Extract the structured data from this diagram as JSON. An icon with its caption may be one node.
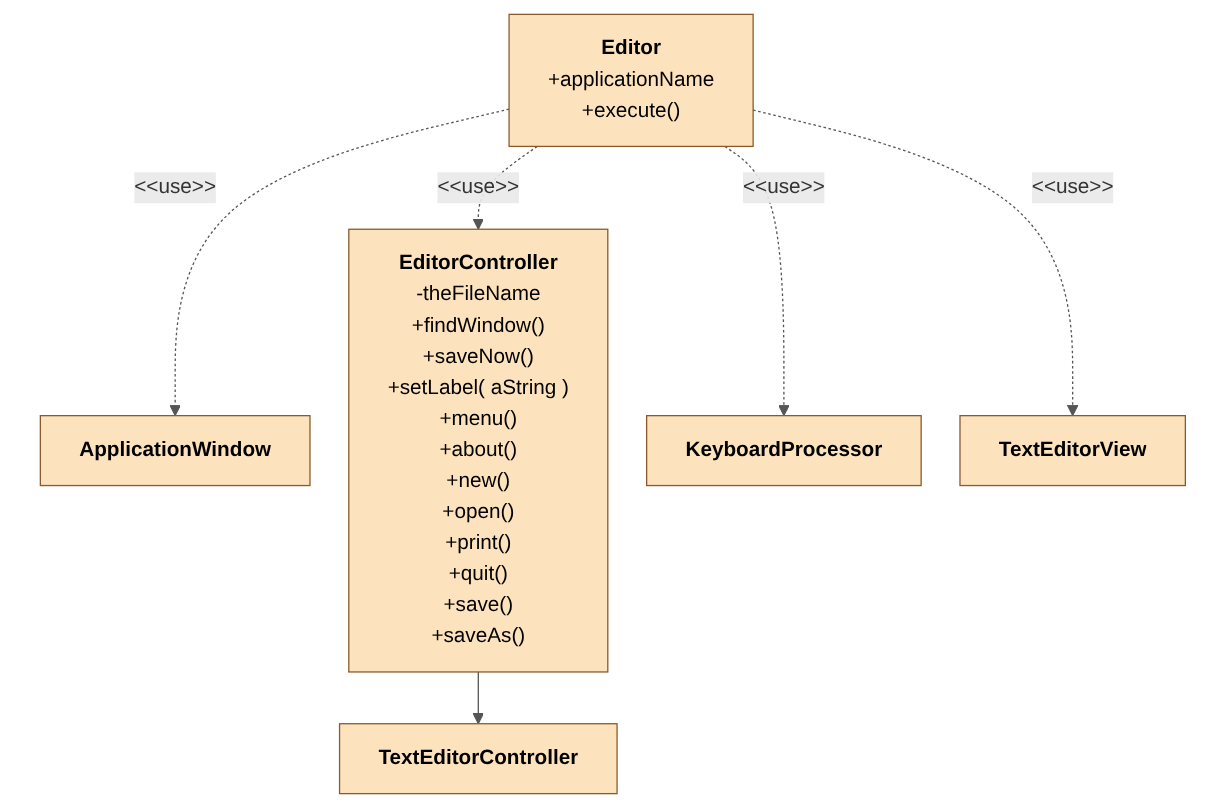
{
  "diagram": {
    "nodes": [
      {
        "text": [
          "TextEditorController"
        ]
      },
      {
        "text": [
          "Editor",
          "+applicationName",
          "+execute()"
        ]
      },
      {
        "text": [
          "ApplicationWindow"
        ]
      },
      {
        "text": [
          "EditorController",
          "-theFileName",
          "+findWindow()",
          "+saveNow()",
          "+setLabel( aString )",
          "+menu()",
          "+about()",
          "+new()",
          "+open()",
          "+print()",
          "+quit()",
          "+save()",
          "+saveAs()"
        ]
      },
      {
        "text": [
          "KeyboardProcessor"
        ]
      },
      {
        "text": [
          "TextEditorView"
        ]
      }
    ],
    "edges": [
      {
        "from": 3,
        "to": 0,
        "arrow": "to"
      },
      {
        "from": 1,
        "to": 2,
        "arrow": "to",
        "label": "<<use>>",
        "style": "dashed"
      },
      {
        "from": 1,
        "to": 4,
        "arrow": "to",
        "label": "<<use>>",
        "style": "dashed"
      },
      {
        "from": 1,
        "to": 3,
        "arrow": "to",
        "label": "<<use>>",
        "style": "dashed"
      },
      {
        "from": 1,
        "to": 5,
        "arrow": "to",
        "label": "<<use>>",
        "style": "dashed"
      }
    ]
  }
}
